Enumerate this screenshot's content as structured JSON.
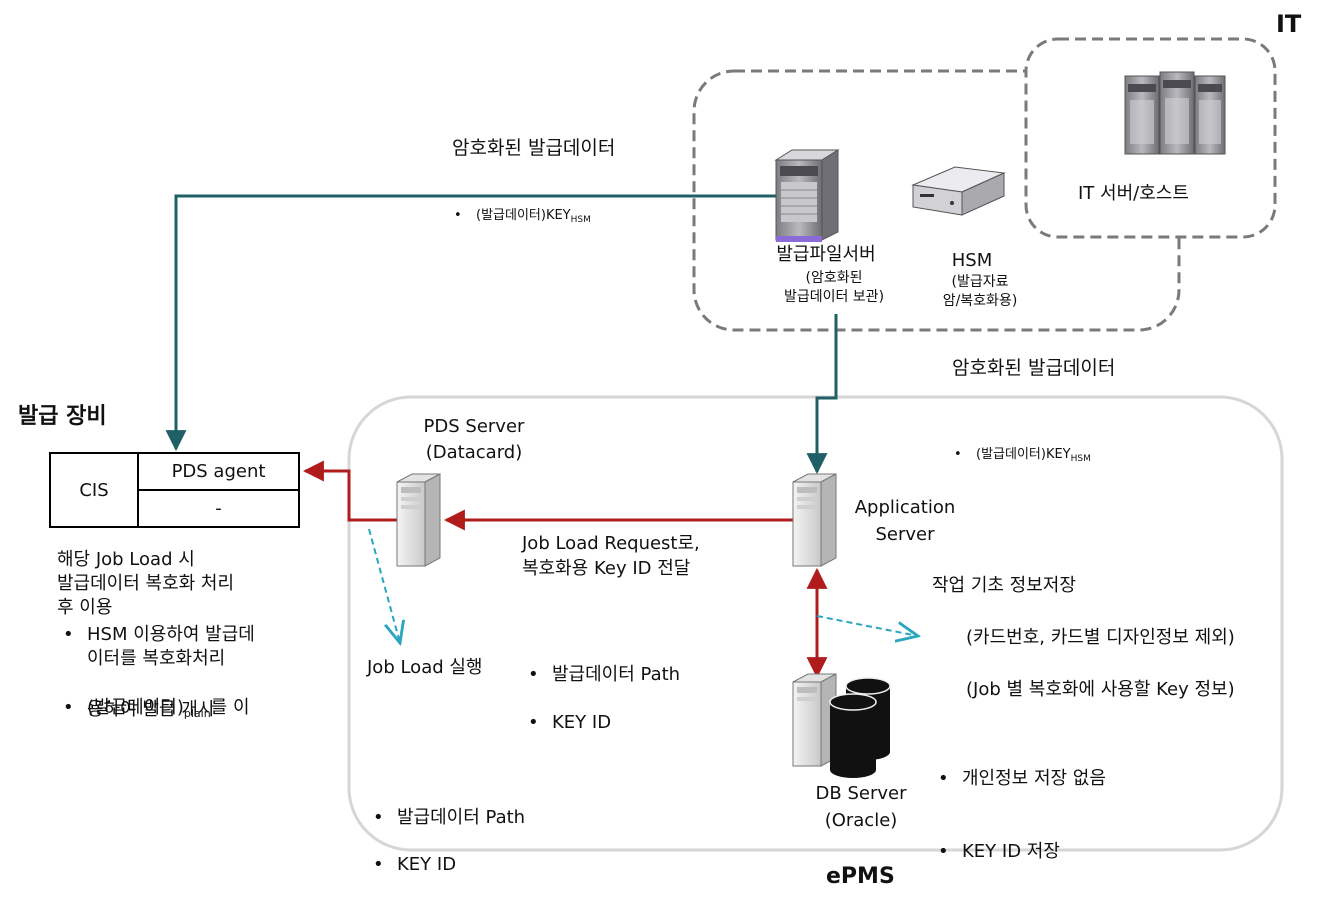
{
  "issuer": {
    "title": "발급 장비",
    "cis_label": "CIS",
    "pds_agent_label": "PDS agent",
    "empty_cell": "-",
    "note_lines": [
      "해당 Job Load 시",
      "발급데이터 복호화 처리",
      "후 이용"
    ],
    "bullet1_lines": [
      "HSM 이용하여 발급데",
      "이터를 복호화처리"
    ],
    "bullet2_prefix": "(발급데이터)",
    "bullet2_sub": "plain",
    "bullet2_suffix": "를 이",
    "bullet2_line2": "용하여 발급 개시"
  },
  "it_zone": {
    "title": "IT",
    "host_label": "IT 서버/호스트",
    "file_server_label": "발급파일서버",
    "file_server_sub": [
      "(암호화된",
      "발급데이터 보관)"
    ],
    "hsm_label": "HSM",
    "hsm_sub": [
      "(발급자료",
      "암/복호화용)"
    ]
  },
  "epms_zone": {
    "title": "ePMS",
    "pds_server_lines": [
      "PDS Server",
      "(Datacard)"
    ],
    "app_server_lines": [
      "Application",
      "Server"
    ],
    "db_server_lines": [
      "DB Server",
      "(Oracle)"
    ]
  },
  "flows": {
    "encrypted_top": {
      "title": "암호화된 발급데이터",
      "bullet_prefix": "(발급데이터)KEY",
      "bullet_sub": "HSM"
    },
    "encrypted_right": {
      "title": "암호화된 발급데이터",
      "bullet_prefix": "(발급데이터)KEY",
      "bullet_sub": "HSM"
    },
    "job_request": {
      "lines": [
        "Job Load Request로,",
        "복호화용 Key ID 전달"
      ],
      "bullets": [
        "발급데이터 Path",
        "KEY ID"
      ]
    },
    "job_execute": {
      "title": "Job Load 실행",
      "bullets": [
        "발급데이터 Path",
        "KEY ID"
      ]
    },
    "job_info": {
      "title": "작업 기초 정보저장",
      "bullet1": "개인정보 저장 없음",
      "bullet1_sub": "(카드번호, 카드별 디자인정보 제외)",
      "bullet2": "KEY ID 저장",
      "bullet2_sub": "(Job 별 복호화에 사용할 Key 정보)"
    }
  },
  "colors": {
    "teal_line": "#1f5f66",
    "red_line": "#b01c1c",
    "cyan_dashed": "#2aa6bf",
    "zone_border": "#7a7a7a",
    "epms_border": "#d6d6d6"
  }
}
